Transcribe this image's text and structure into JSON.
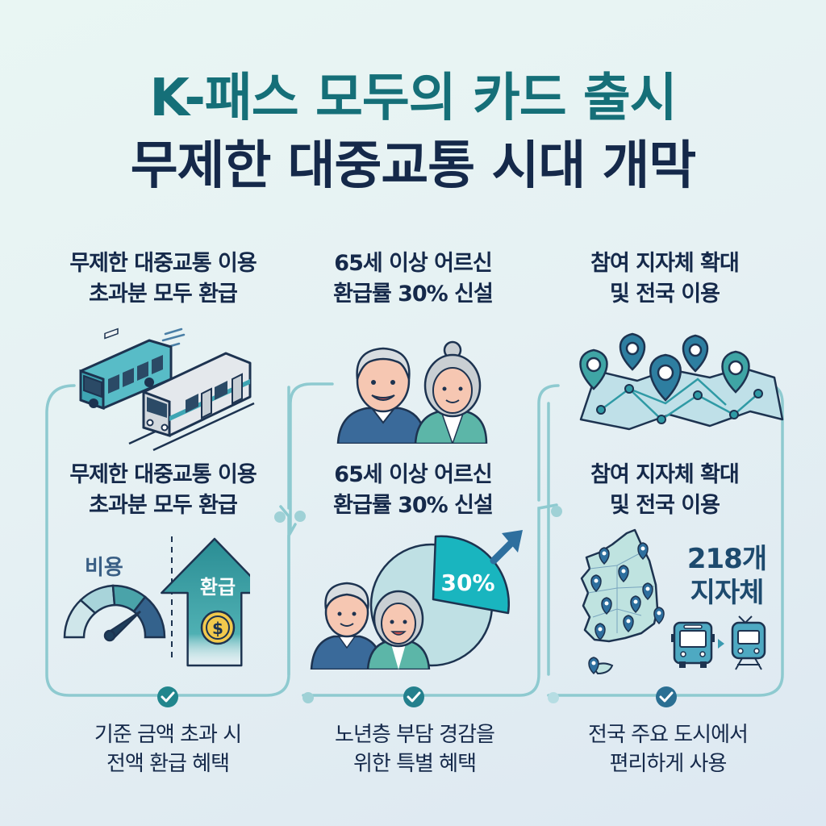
{
  "title": {
    "line1": "K-패스 모두의 카드 출시",
    "line2": "무제한 대중교통 시대 개막"
  },
  "columns": [
    {
      "heading_top": [
        "무제한 대중교통 이용",
        "초과분 모두 환급"
      ],
      "top_icon": "bus-and-train-icon",
      "heading_mid": [
        "무제한 대중교통 이용",
        "초과분 모두 환급"
      ],
      "cost_label": "비용",
      "refund_label": "환급",
      "mid_icons": [
        "gauge-icon",
        "refund-arrow-icon",
        "coin-dollar-icon"
      ],
      "footer": [
        "기준 금액 초과 시",
        "전액 환급 혜택"
      ]
    },
    {
      "heading_top": [
        "65세 이상 어르신",
        "환급률 30% 신설"
      ],
      "top_icon": "senior-couple-icon",
      "heading_mid": [
        "65세 이상 어르신",
        "환급률 30% 신설"
      ],
      "pie_label": "30%",
      "mid_icons": [
        "senior-couple-icon",
        "pie-chart-icon",
        "trend-up-arrow-icon"
      ],
      "footer": [
        "노년층 부담 경감을",
        "위한 특별 혜택"
      ]
    },
    {
      "heading_top": [
        "참여 지자체 확대",
        "및 전국 이용"
      ],
      "top_icon": "map-pins-icon",
      "heading_mid": [
        "참여 지자체 확대",
        "및 전국 이용"
      ],
      "count_line1": "218개",
      "count_line2": "지자체",
      "mid_icons": [
        "korea-map-icon",
        "bus-icon",
        "train-icon"
      ],
      "footer": [
        "전국 주요 도시에서",
        "편리하게 사용"
      ]
    }
  ],
  "colors": {
    "teal": "#1f8e94",
    "navy": "#15294a",
    "line": "#8ecad0",
    "check_teal": "#21868d",
    "check_blue": "#2b6f93"
  }
}
